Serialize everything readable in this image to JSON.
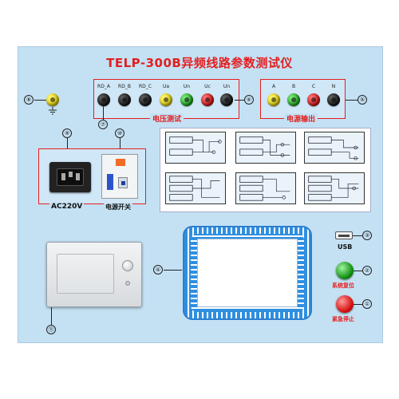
{
  "title": "TELP-300B异频线路参数测试仪",
  "voltage_group": {
    "label": "电压测试",
    "terminals": [
      "RD_A",
      "RD_B",
      "RD_C",
      "Ua",
      "Un",
      "Uc",
      "Un"
    ],
    "colors": [
      "black",
      "black",
      "black",
      "yellow",
      "green",
      "red",
      "black"
    ]
  },
  "power_group": {
    "label": "电源输出",
    "terminals": [
      "A",
      "B",
      "C",
      "N"
    ],
    "colors": [
      "yellow",
      "green",
      "red",
      "black"
    ]
  },
  "power_inlet_label": "AC220V",
  "switch_label": "电源开关",
  "usb_label": "USB",
  "reset_label": "系统复位",
  "estop_label": "紧急停止",
  "markers": {
    "m1": "①",
    "m2": "②",
    "m3": "③",
    "m4": "④",
    "m5": "⑤",
    "m6": "⑥",
    "m7": "⑦",
    "m8": "⑧",
    "m9": "⑨",
    "m10": "⑩",
    "m11": "⑪"
  },
  "accent_color": "#e41e1e",
  "panel_color": "#c4e1f4"
}
